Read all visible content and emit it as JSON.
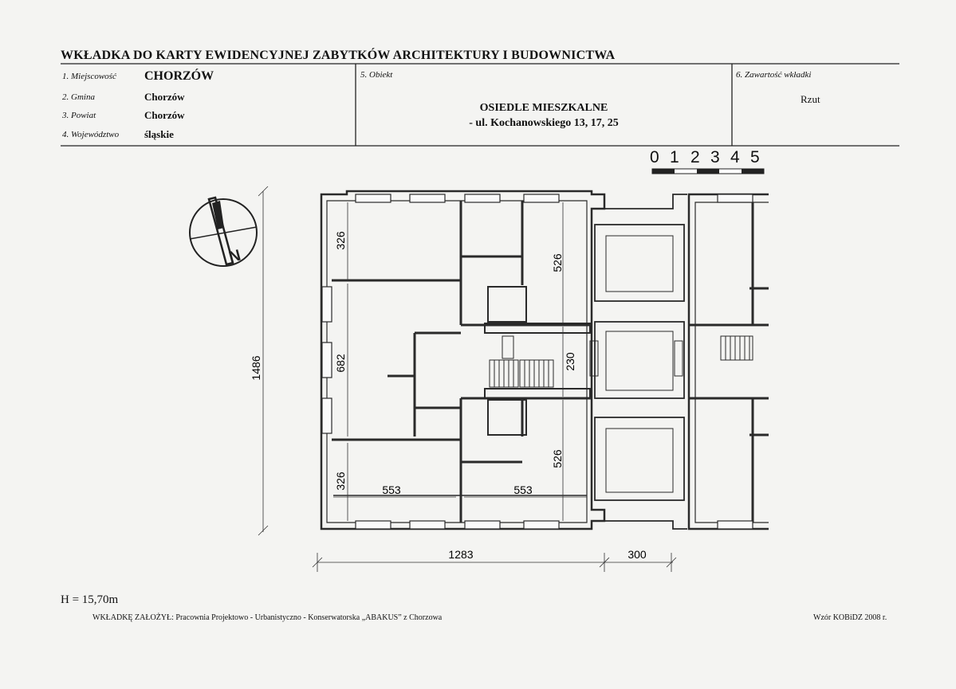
{
  "header": {
    "title": "WKŁADKA DO KARTY EWIDENCYJNEJ ZABYTKÓW ARCHITEKTURY I BUDOWNICTWA",
    "fields": [
      {
        "label": "1. Miejscowość",
        "value": "CHORZÓW"
      },
      {
        "label": "2. Gmina",
        "value": "Chorzów"
      },
      {
        "label": "3. Powiat",
        "value": "Chorzów"
      },
      {
        "label": "4. Województwo",
        "value": "śląskie"
      }
    ],
    "object_label": "5. Obiekt",
    "object_name": "OSIEDLE MIESZKALNE",
    "object_address": "- ul. Kochanowskiego 13, 17, 25",
    "contents_label": "6. Zawartość wkładki",
    "contents_value": "Rzut"
  },
  "scale": {
    "labels": [
      "0",
      "1",
      "2",
      "3",
      "4",
      "5"
    ]
  },
  "north_arrow": {
    "letter": "N",
    "icon": "north-arrow-icon"
  },
  "dimensions": {
    "total_height": "1486",
    "room_top_height": "326",
    "room_mid_height": "682",
    "room_bottom_height": "326",
    "right_top_height": "526",
    "stair_height": "230",
    "right_bottom_height": "526",
    "width_left": "553",
    "width_right": "553",
    "total_width": "1283",
    "passage_width": "300"
  },
  "footer": {
    "height": "H = 15,70m",
    "author": "WKŁADKĘ ZAŁOŻYŁ: Pracownia Projektowo - Urbanistyczno - Konserwatorska „ABAKUS” z Chorzowa",
    "template": "Wzór KOBiDZ 2008 r."
  }
}
